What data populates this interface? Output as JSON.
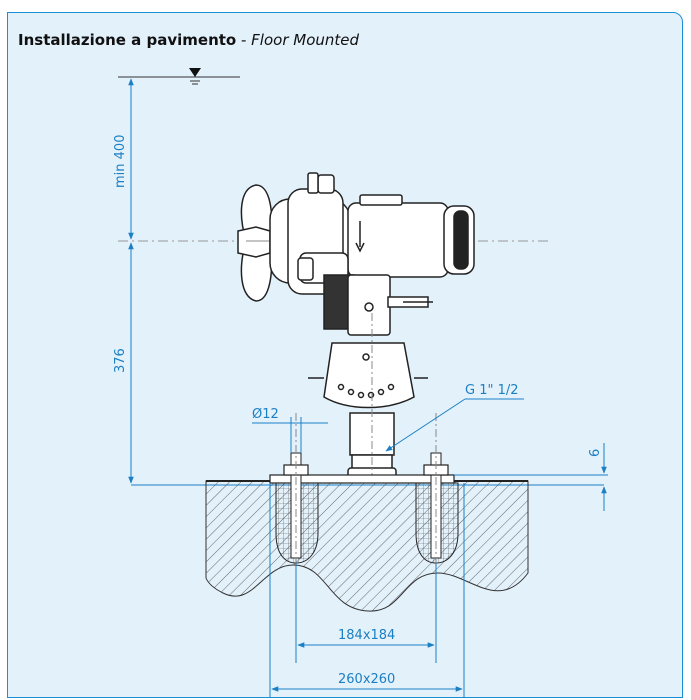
{
  "title": {
    "main": "Installazione a pavimento",
    "separator": " - ",
    "sub": "Floor Mounted"
  },
  "dimensions": {
    "min_depth": "min 400",
    "height": "376",
    "bolt_diameter": "Ø12",
    "thread": "G 1\" 1/2",
    "plate_gap": "6",
    "bolt_spacing": "184x184",
    "base_size": "260x260"
  },
  "colors": {
    "frame_border": "#1b8fd6",
    "background": "#e3f1fb",
    "dimension": "#1b7fc4",
    "line": "#333333"
  }
}
